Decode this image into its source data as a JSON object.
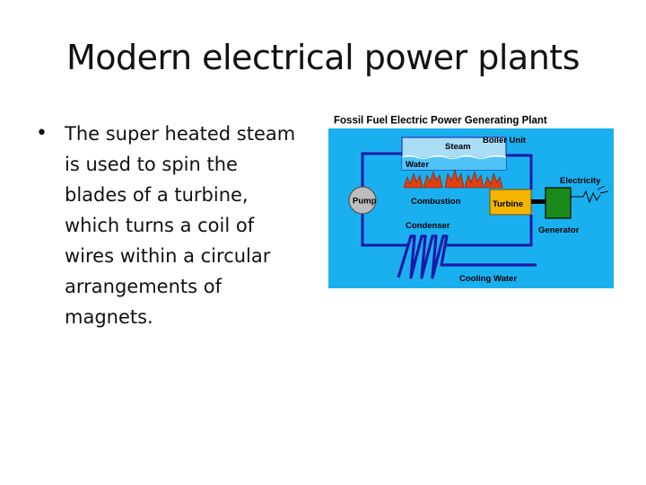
{
  "slide": {
    "title": "Modern electrical power plants",
    "bullet": {
      "symbol": "•",
      "lines": [
        "The super heated steam",
        "is used to spin the",
        "blades of a turbine,",
        "which turns a coil of",
        "wires within a circular",
        "arrangements of",
        "magnets."
      ]
    }
  },
  "diagram": {
    "title": "Fossil Fuel Electric Power Generating Plant",
    "labels": {
      "steam": "Steam",
      "boiler_unit": "Boiler Unit",
      "water": "Water",
      "electricity": "Electricity",
      "pump": "Pump",
      "combustion": "Combustion",
      "turbine": "Turbine",
      "condenser": "Condenser",
      "generator": "Generator",
      "cooling_water": "Cooling Water"
    },
    "colors": {
      "background": "#1ab0f0",
      "pipe": "#1a1aa8",
      "boiler_water": "#4fc3f7",
      "boiler_steam": "#a8ddf5",
      "turbine": "#f4b400",
      "generator": "#1a8a1a",
      "pump": "#bdbdbd",
      "flame": "#e04010"
    }
  }
}
